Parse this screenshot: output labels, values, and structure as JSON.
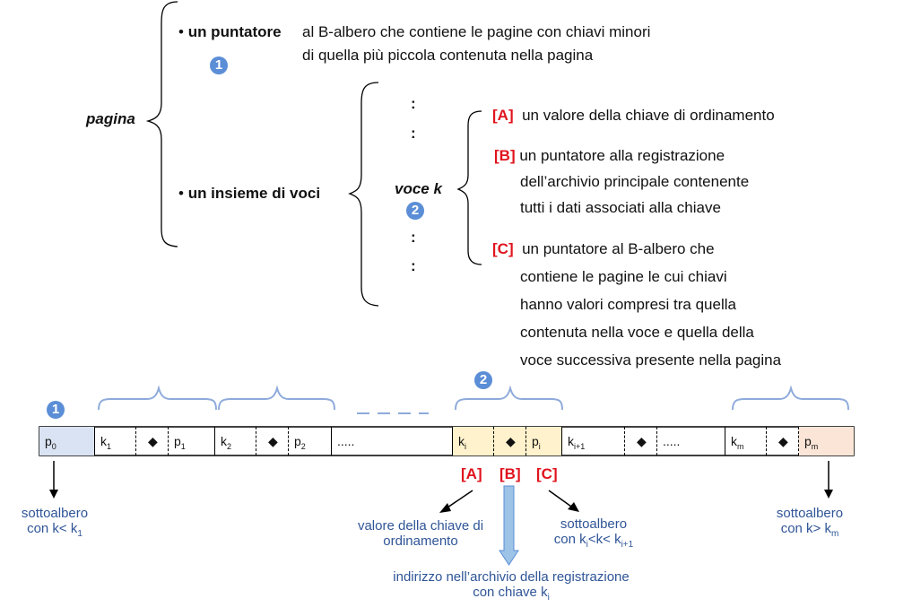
{
  "top": {
    "pagina": "pagina",
    "puntatore_bold": "un puntatore",
    "puntatore_line1": "al B-albero che contiene le pagine con chiavi minori",
    "puntatore_line2": "di quella più piccola contenuta nella pagina",
    "badge1": "1",
    "insieme": "un insieme di voci",
    "dots": ":",
    "voce_k": "voce k",
    "badge2": "2",
    "A_tag": "[A]",
    "A_text": "un valore della chiave di ordinamento",
    "B_tag": "[B]",
    "B_line1": "un puntatore alla registrazione",
    "B_line2": "dell’archivio principale contenente",
    "B_line3": "tutti i dati associati alla chiave",
    "C_tag": "[C]",
    "C_line1": "un puntatore al B-albero che",
    "C_line2": "contiene le pagine le cui chiavi",
    "C_line3": "hanno valori compresi tra quella",
    "C_line4": "contenuta nella voce e quella della",
    "C_line5": "voce successiva presente nella pagina"
  },
  "row": {
    "badge1": "1",
    "badge2": "2",
    "p0": "p",
    "p0_sub": "0",
    "k1": "k",
    "k1_sub": "1",
    "diamond": "◆",
    "p1": "p",
    "p1_sub": "1",
    "k2": "k",
    "k2_sub": "2",
    "p2": "p",
    "p2_sub": "2",
    "ellipsis": ".....",
    "ki": "k",
    "ki_sub": "i",
    "pi": "p",
    "pi_sub": "i",
    "ki1": "k",
    "ki1_sub": "i+1",
    "km": "k",
    "km_sub": "m",
    "pm": "p",
    "pm_sub": "m",
    "colors": {
      "p0_fill": "#dae3f3",
      "selected_fill": "#fff2cc",
      "pm_fill": "#fbe5d6",
      "brace": "#8eaadb",
      "arrow_fill": "#9dc3e6"
    }
  },
  "bottom": {
    "A_tag": "[A]",
    "B_tag": "[B]",
    "C_tag": "[C]",
    "left_line1": "sottoalbero",
    "left_line2_pre": "con k< k",
    "left_line2_sub": "1",
    "valore_line1": "valore della chiave di",
    "valore_line2": "ordinamento",
    "mid_line1": "sottoalbero",
    "mid_line2_pre": "con k",
    "mid_line2_sub1": "i",
    "mid_line2_mid": "<k< k",
    "mid_line2_sub2": "i+1",
    "right_line1": "sottoalbero",
    "right_line2_pre": "con k> k",
    "right_line2_sub": "m",
    "indirizzo_line1": "indirizzo nell’archivio della registrazione",
    "indirizzo_line2_pre": "con chiave k",
    "indirizzo_line2_sub": "i"
  }
}
